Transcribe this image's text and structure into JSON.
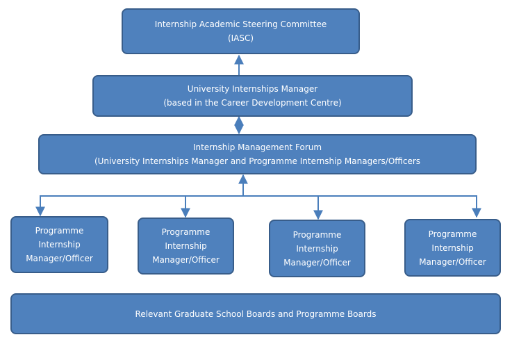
{
  "diagram": {
    "iasc": {
      "line1": "Internship Academic Steering Committee",
      "line2": "(IASC)"
    },
    "uim": {
      "line1": "University Internships Manager",
      "line2": "(based in the Career Development Centre)"
    },
    "imf": {
      "line1": "Internship Management Forum",
      "line2": "(University Internships Manager and Programme Internship Managers/Officers"
    },
    "programme_boxes": [
      {
        "line1": "Programme",
        "line2": "Internship",
        "line3": "Manager/Officer"
      },
      {
        "line1": "Programme",
        "line2": "Internship",
        "line3": "Manager/Officer"
      },
      {
        "line1": "Programme",
        "line2": "Internship",
        "line3": "Manager/Officer"
      },
      {
        "line1": "Programme",
        "line2": "Internship",
        "line3": "Manager/Officer"
      }
    ],
    "boards": {
      "label": "Relevant Graduate School Boards and Programme Boards"
    }
  },
  "colors": {
    "box_fill": "#4f81bd",
    "box_border": "#385d8a",
    "connector": "#4a7ebb",
    "text": "#ffffff"
  }
}
